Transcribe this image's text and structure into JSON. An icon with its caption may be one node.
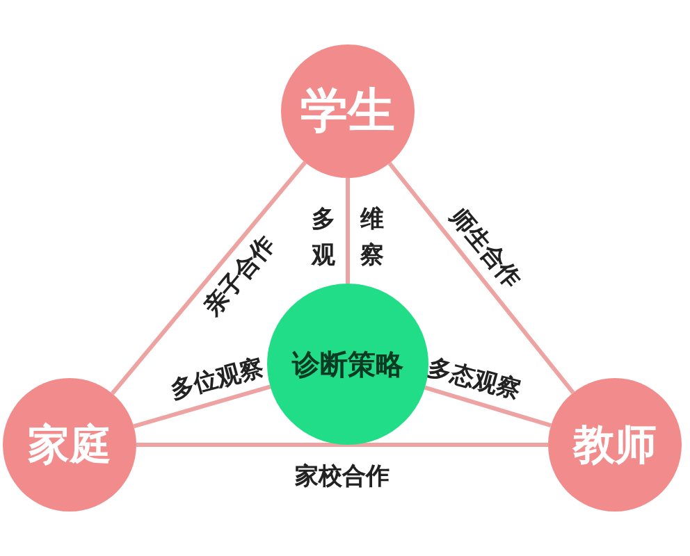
{
  "diagram": {
    "nodes": [
      {
        "text": [
          "学生"
        ]
      },
      {
        "text": [
          "家庭"
        ]
      },
      {
        "text": [
          "教师"
        ]
      },
      {
        "text": [
          "诊断策略"
        ]
      }
    ],
    "edges": [
      {
        "from": 0,
        "to": 1,
        "arrow": "none",
        "label": "亲子合作"
      },
      {
        "from": 0,
        "to": 2,
        "arrow": "none",
        "label": "师生合作"
      },
      {
        "from": 1,
        "to": 2,
        "arrow": "none",
        "label": "家校合作"
      },
      {
        "from": 0,
        "to": 3,
        "arrow": "none",
        "label": "多维观察"
      },
      {
        "from": 1,
        "to": 3,
        "arrow": "none",
        "label": "多位观察"
      },
      {
        "from": 2,
        "to": 3,
        "arrow": "none",
        "label": "多态观察"
      }
    ]
  }
}
